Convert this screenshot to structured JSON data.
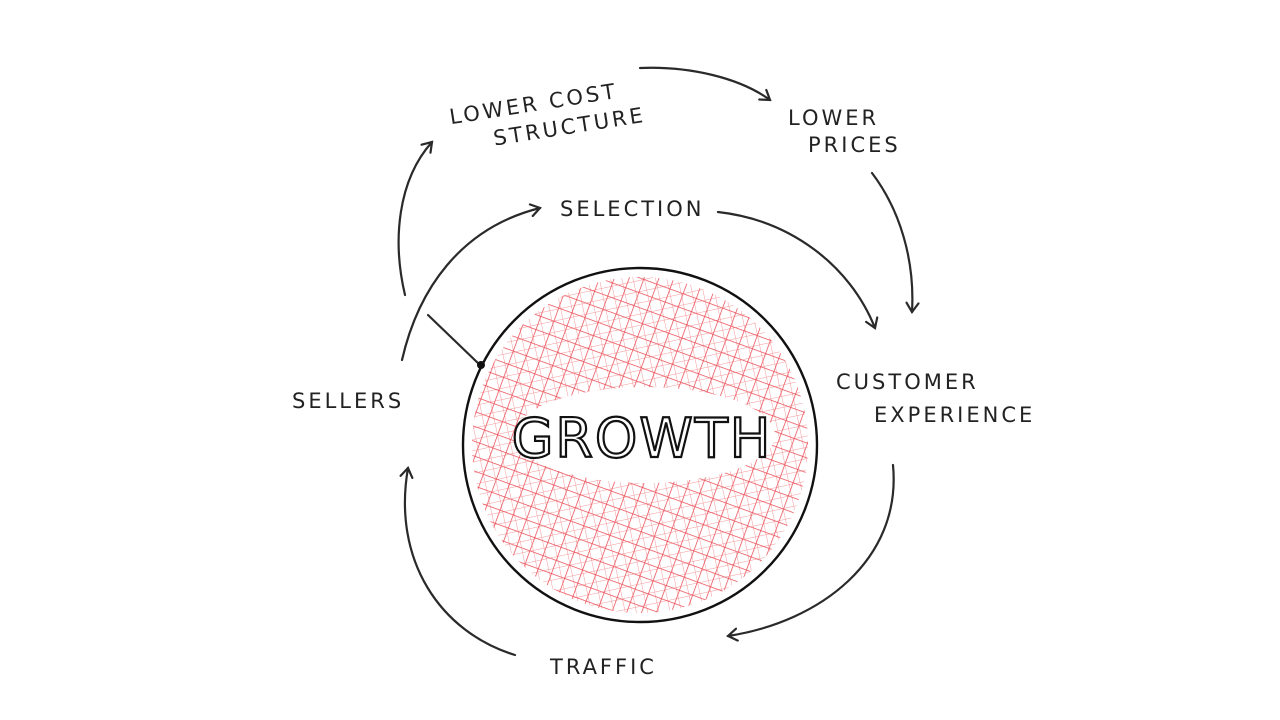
{
  "diagram": {
    "center_label": "GROWTH",
    "nodes": {
      "lower_cost_structure": [
        "LOWER COST",
        "STRUCTURE"
      ],
      "lower_prices": [
        "LOWER",
        "PRICES"
      ],
      "selection": "SELECTION",
      "sellers": "SELLERS",
      "customer_experience": [
        "CUSTOMER",
        "EXPERIENCE"
      ],
      "traffic": "TRAFFIC"
    },
    "colors": {
      "hatch": "#e8404a",
      "ink": "#222222"
    }
  }
}
